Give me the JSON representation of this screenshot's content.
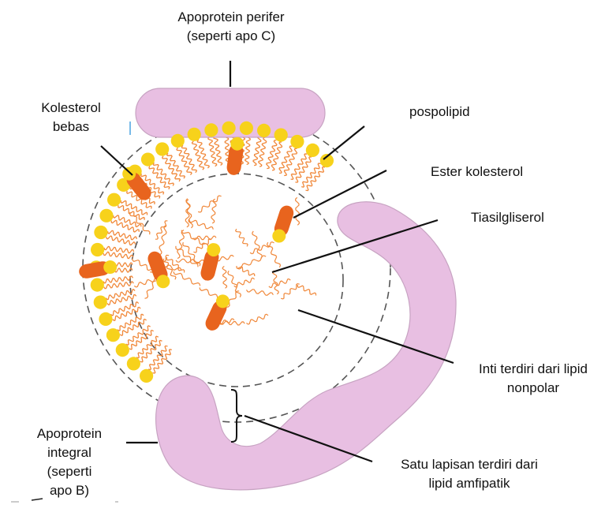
{
  "diagram": {
    "labels": {
      "peripheral_apoprotein_line1": "Apoprotein perifer",
      "peripheral_apoprotein_line2": "(seperti apo C)",
      "free_cholesterol_line1": "Kolesterol",
      "free_cholesterol_line2": "bebas",
      "phospholipid": "pospolipid",
      "cholesterol_ester": "Ester kolesterol",
      "triacylglycerol": "Tiasilgliserol",
      "core_line1": "Inti terdiri dari lipid",
      "core_line2": "nonpolar",
      "integral_apoprotein_line1": "Apoprotein",
      "integral_apoprotein_line2": "integral",
      "integral_apoprotein_line3": "(seperti",
      "integral_apoprotein_line4": "apo B)",
      "monolayer_line1": "Satu lapisan terdiri dari",
      "monolayer_line2": "lipid  amfipatik"
    },
    "colors": {
      "apoprotein_fill": "#e8bfe2",
      "apoprotein_stroke": "#b8909f",
      "phospholipid_head": "#f7d21b",
      "lipid_tail": "#f0883a",
      "cholesterol": "#e8641e",
      "leader_line": "#111111",
      "boundary": "#555555"
    }
  }
}
